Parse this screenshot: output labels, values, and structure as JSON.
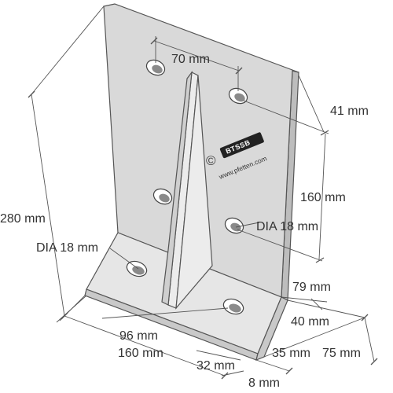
{
  "copyright_symbol": "©",
  "logo_text": "BTSSB",
  "website": "www.pfetten.com",
  "dimensions": {
    "hole_spacing_top": "70 mm",
    "top_hole_offset": "41 mm",
    "vertical_hole_spacing": "160 mm",
    "hole_diameter_vertical": "DIA 18 mm",
    "hole_diameter_base": "DIA 18 mm",
    "total_height": "280 mm",
    "base_offset_79": "79 mm",
    "base_offset_40": "40 mm",
    "base_hole_spacing": "96 mm",
    "base_width": "160 mm",
    "rib_offset": "32 mm",
    "edge_offset": "35 mm",
    "base_depth": "75 mm",
    "thickness": "8 mm"
  }
}
